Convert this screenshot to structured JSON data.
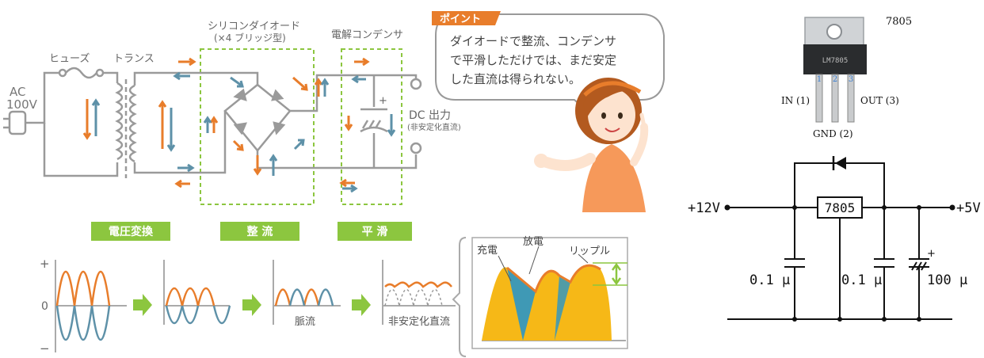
{
  "bubble": {
    "tag": "ポイント",
    "lines": [
      "ダイオードで整流、コンデンサ",
      "で平滑しただけでは、まだ安定",
      "した直流は得られない。"
    ]
  },
  "power": {
    "labels": {
      "fuse": "ヒューズ",
      "transformer": "トランス",
      "diode_title": "シリコンダイオード",
      "diode_sub": "(×4 ブリッジ型)",
      "capacitor": "電解コンデンサ",
      "ac_line1": "AC",
      "ac_line2": "100V",
      "dc_out": "DC 出力",
      "dc_out_sub": "(非安定化直流)",
      "plus_sign": "+"
    },
    "stages": [
      "電圧変換",
      "整 流",
      "平 滑"
    ],
    "colors": {
      "orange": "#e87d2b",
      "blue": "#5e91a8",
      "green": "#8cc63f",
      "dash": "#8cc63f",
      "wire": "#999999"
    }
  },
  "waveforms": {
    "axis_plus": "+",
    "axis_zero": "0",
    "axis_minus": "−",
    "pulsating": "脈流",
    "unstable_dc": "非安定化直流",
    "detail": {
      "charge": "充電",
      "discharge": "放電",
      "ripple": "リップル"
    },
    "colors": {
      "fill": "#f6b817",
      "blue": "#3f99b5"
    }
  },
  "regulator": {
    "part_name": "7805",
    "marking": "LM7805",
    "pin_numbers": [
      "1",
      "2",
      "3"
    ],
    "pin_in": "IN (1)",
    "pin_out": "OUT (3)",
    "pin_gnd": "GND (2)"
  },
  "schematic": {
    "vin": "+12V",
    "vout": "+5V",
    "ic_label": "7805",
    "c1": "0.1 μ",
    "c2": "0.1 μ",
    "c3": "100 μ",
    "plus_sign": "+"
  }
}
